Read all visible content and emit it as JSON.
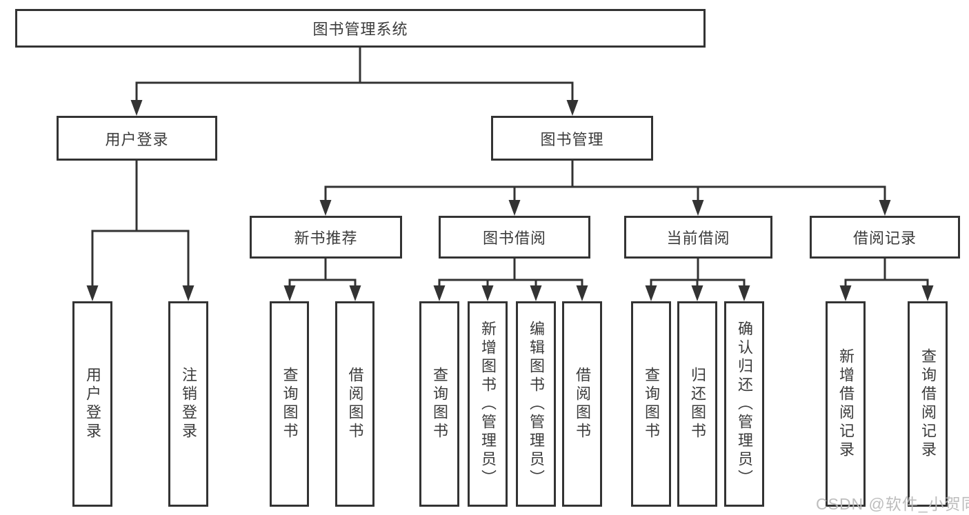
{
  "title": "图书管理系统",
  "watermark": "CSDN @软件_小贺同学",
  "colors": {
    "line": "#333333",
    "border": "#333333",
    "text": "#3b3b3b",
    "background": "#ffffff",
    "watermark": "#b9b9b9"
  },
  "nodes": {
    "root": {
      "label": "图书管理系统"
    },
    "user_login": {
      "label": "用户登录"
    },
    "book_mgmt": {
      "label": "图书管理"
    },
    "new_rec": {
      "label": "新书推荐"
    },
    "book_borrow": {
      "label": "图书借阅"
    },
    "current_borrow": {
      "label": "当前借阅"
    },
    "borrow_records": {
      "label": "借阅记录"
    },
    "leaf_user_login": {
      "label": "用户登录"
    },
    "leaf_logout": {
      "label": "注销登录"
    },
    "leaf_rec_query": {
      "label": "查询图书"
    },
    "leaf_rec_borrow": {
      "label": "借阅图书"
    },
    "leaf_bb_query": {
      "label": "查询图书"
    },
    "leaf_bb_add": {
      "label": "新增图书（管理员）"
    },
    "leaf_bb_edit": {
      "label": "编辑图书（管理员）"
    },
    "leaf_bb_borrow": {
      "label": "借阅图书"
    },
    "leaf_cur_query": {
      "label": "查询图书"
    },
    "leaf_cur_return": {
      "label": "归还图书"
    },
    "leaf_cur_confirm": {
      "label": "确认归还（管理员）"
    },
    "leaf_br_add": {
      "label": "新增借阅记录"
    },
    "leaf_br_query": {
      "label": "查询借阅记录"
    }
  },
  "hierarchy": {
    "图书管理系统": {
      "用户登录": [
        "用户登录",
        "注销登录"
      ],
      "图书管理": {
        "新书推荐": [
          "查询图书",
          "借阅图书"
        ],
        "图书借阅": [
          "查询图书",
          "新增图书（管理员）",
          "编辑图书（管理员）",
          "借阅图书"
        ],
        "当前借阅": [
          "查询图书",
          "归还图书",
          "确认归还（管理员）"
        ],
        "借阅记录": [
          "新增借阅记录",
          "查询借阅记录"
        ]
      }
    }
  }
}
